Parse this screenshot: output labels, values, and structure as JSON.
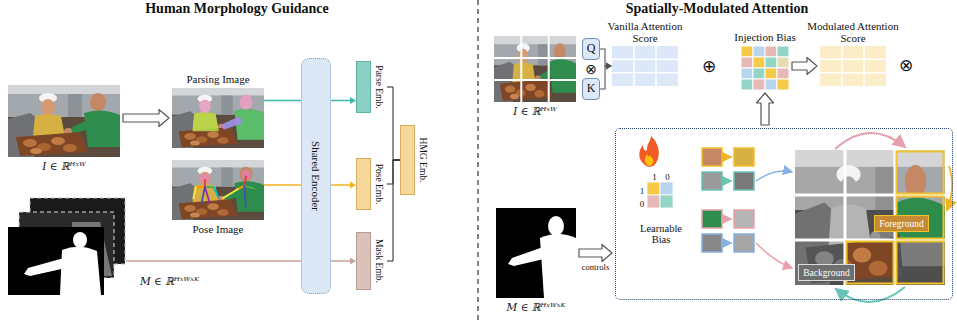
{
  "diagram": {
    "nodes": [
      {
        "text": [
          "I ∈ ℝᴴˣᵂ"
        ]
      },
      {
        "text": [
          "Parsing Image"
        ]
      },
      {
        "text": [
          "Pose Image"
        ]
      },
      {
        "text": [
          "M ∈ ℝᴴˣᵂˣᴷ"
        ]
      },
      {
        "text": [
          "Shared Encoder"
        ]
      },
      {
        "text": [
          "Parse Emb."
        ]
      },
      {
        "text": [
          "Pose Emb."
        ]
      },
      {
        "text": [
          "Mask Emb."
        ]
      },
      {
        "text": [
          "HMG Emb."
        ]
      },
      {
        "text": [
          "I ∈ ℝᴴˣᵂ"
        ]
      },
      {
        "text": [
          "Q"
        ]
      },
      {
        "text": [
          "K"
        ]
      },
      {
        "text": [
          "Vanilla Attention Score"
        ]
      },
      {
        "text": [
          "Injection Bias"
        ]
      },
      {
        "text": [
          "Modulated Attention Score"
        ]
      },
      {
        "text": [
          "M ∈ ℝᴴˣᵂˣᴷ"
        ]
      },
      {
        "text": [
          "1",
          "0",
          "1",
          "0",
          "Learnable Bias"
        ]
      },
      {
        "text": [
          "Foreground"
        ],
        "in": 16
      },
      {
        "text": [
          "Background"
        ],
        "in": 16
      }
    ],
    "edges": [
      {
        "from": 0,
        "to": 1,
        "arrow": "to"
      },
      {
        "from": 1,
        "to": 5,
        "arrow": "to"
      },
      {
        "from": 2,
        "to": 6,
        "arrow": "to"
      },
      {
        "from": 3,
        "to": 7,
        "arrow": "to"
      },
      {
        "from": 5,
        "to": 8,
        "arrow": "none"
      },
      {
        "from": 6,
        "to": 8,
        "arrow": "none"
      },
      {
        "from": 7,
        "to": 8,
        "arrow": "none"
      },
      {
        "from": 10,
        "to": 12,
        "arrow": "to"
      },
      {
        "from": 11,
        "to": 12,
        "arrow": "to"
      },
      {
        "from": 13,
        "to": 14,
        "arrow": "to"
      },
      {
        "from": 15,
        "to": 16,
        "label": "controls",
        "arrow": "to"
      },
      {
        "from": 16,
        "to": 13,
        "arrow": "to"
      }
    ],
    "labels": [
      "Human Morphology Guidance",
      "Spatially-Modulated Attention",
      "⊗",
      "⊕",
      "⊗"
    ]
  }
}
